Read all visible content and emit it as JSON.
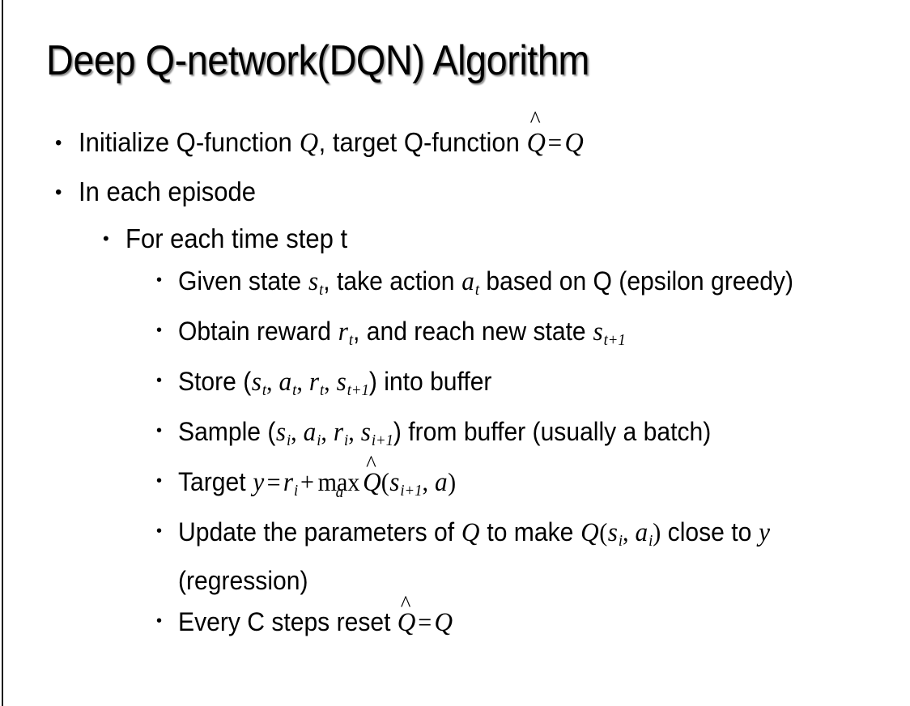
{
  "slide": {
    "title": "Deep Q-network(DQN) Algorithm",
    "background_color": "#ffffff",
    "text_color": "#000000",
    "border_color": "#1a1a1a",
    "bullet_glyph": "•"
  },
  "content": {
    "line1": {
      "level": 1,
      "pre": "Initialize Q-function ",
      "var_q1": "Q",
      "mid": ", target Q-function ",
      "var_qhat": "Q",
      "hat": "̂",
      "equals": "=",
      "var_q2": "Q"
    },
    "line2": {
      "level": 1,
      "text": "In each episode"
    },
    "line3": {
      "level": 2,
      "text": "For each time step t"
    },
    "line4": {
      "level": 3,
      "pre": "Given state ",
      "var_s": "s",
      "sub_s": "t",
      "mid": ", take action ",
      "var_a": "a",
      "sub_a": "t",
      "post": " based on Q (epsilon greedy)"
    },
    "line5": {
      "level": 3,
      "pre": "Obtain reward ",
      "var_r": "r",
      "sub_r": "t",
      "mid": ", and reach new state ",
      "var_s": "s",
      "sub_s": "t+1"
    },
    "line6": {
      "level": 3,
      "pre": "Store (",
      "var_s1": "s",
      "sub_s1": "t",
      "c1": ", ",
      "var_a": "a",
      "sub_a": "t",
      "c2": ", ",
      "var_r": "r",
      "sub_r": "t",
      "c3": ", ",
      "var_s2": "s",
      "sub_s2": "t+1",
      "post": ") into buffer"
    },
    "line7": {
      "level": 3,
      "pre": "Sample (",
      "var_s1": "s",
      "sub_s1": "i",
      "c1": ", ",
      "var_a": "a",
      "sub_a": "i",
      "c2": ", ",
      "var_r": "r",
      "sub_r": "i",
      "c3": ", ",
      "var_s2": "s",
      "sub_s2": "i+1",
      "post": ") from buffer (usually a batch)"
    },
    "line8": {
      "level": 3,
      "pre": "Target ",
      "var_y": "y",
      "equals": "=",
      "var_r": "r",
      "sub_r": "i",
      "plus": "+",
      "op": "max",
      "op_under": "a",
      "var_qhat": "Q",
      "hat": "̂",
      "paren_open": "(",
      "var_s": "s",
      "sub_s": "i+1",
      "comma": ", ",
      "var_a": "a",
      "paren_close": ")"
    },
    "line9": {
      "level": 3,
      "pre": "Update the parameters of ",
      "var_q1": "Q",
      "mid": " to make ",
      "var_q2": "Q",
      "paren_open": "(",
      "var_s": "s",
      "sub_s": "i",
      "comma": ", ",
      "var_a": "a",
      "sub_a": "i",
      "paren_close": ")",
      "post": " close to ",
      "var_y": "y",
      "tail": " (regression)"
    },
    "line10": {
      "level": 3,
      "pre": "Every C steps reset ",
      "var_qhat": "Q",
      "hat": "̂",
      "equals": "=",
      "var_q": "Q"
    }
  }
}
